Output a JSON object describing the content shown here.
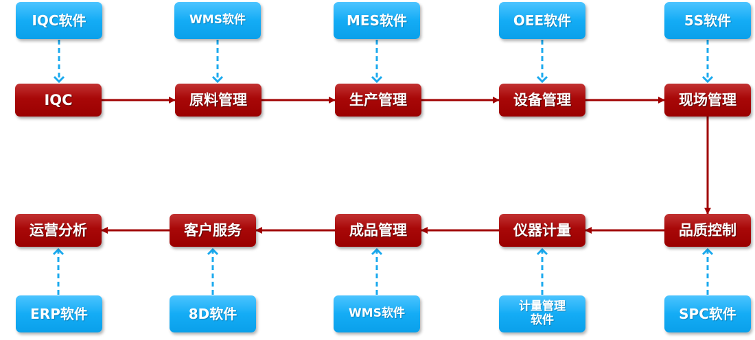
{
  "colors": {
    "process_box": "#a80808",
    "software_box": "#14acf5",
    "flow_arrow": "#a00000",
    "link_arrow": "#1aa9ee",
    "text": "#ffffff"
  },
  "process_top": [
    {
      "id": "iqc",
      "label": "IQC"
    },
    {
      "id": "raw-material",
      "label": "原料管理"
    },
    {
      "id": "production",
      "label": "生产管理"
    },
    {
      "id": "equipment",
      "label": "设备管理"
    },
    {
      "id": "site",
      "label": "现场管理"
    }
  ],
  "software_top": [
    {
      "id": "iqc-software",
      "label": "IQC软件"
    },
    {
      "id": "wms-software-top",
      "label": "WMS软件"
    },
    {
      "id": "mes-software",
      "label": "MES软件"
    },
    {
      "id": "oee-software",
      "label": "OEE软件"
    },
    {
      "id": "5s-software",
      "label": "5S软件"
    }
  ],
  "process_bottom": [
    {
      "id": "operations-analysis",
      "label": "运营分析"
    },
    {
      "id": "customer-service",
      "label": "客户服务"
    },
    {
      "id": "finished-goods",
      "label": "成品管理"
    },
    {
      "id": "instrument-metrology",
      "label": "仪器计量"
    },
    {
      "id": "quality-control",
      "label": "品质控制"
    }
  ],
  "software_bottom": [
    {
      "id": "erp-software",
      "label": "ERP软件"
    },
    {
      "id": "8d-software",
      "label": "8D软件"
    },
    {
      "id": "wms-software-bottom",
      "label": "WMS软件"
    },
    {
      "id": "metrology-software",
      "label": "计量管理软件"
    },
    {
      "id": "spc-software",
      "label": "SPC软件"
    }
  ]
}
